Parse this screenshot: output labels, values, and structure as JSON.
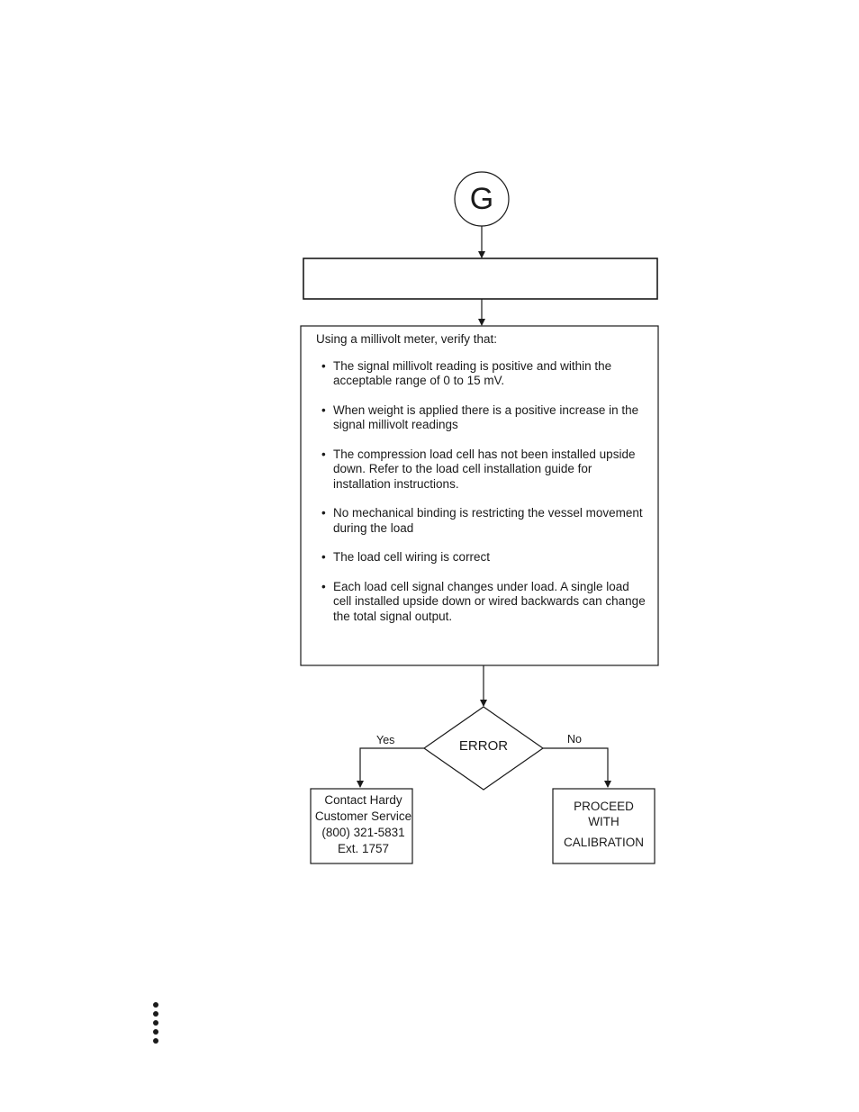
{
  "connector": {
    "label": "G"
  },
  "top_box": {
    "text": ""
  },
  "verify_box": {
    "intro": "Using a millivolt meter, verify that:",
    "bullet_glyph": "•",
    "items": [
      "The signal millivolt reading is positive and within the acceptable range of 0 to 15 mV.",
      "When weight is applied there is a positive increase in the signal millivolt readings",
      "The compression load cell has not been installed upside down. Refer to the load cell installation guide for installation instructions.",
      "No mechanical binding is restricting the vessel movement during the load",
      "The load cell wiring is correct",
      "Each load cell signal changes under load.  A single load cell installed upside down or wired backwards can change the total signal output."
    ]
  },
  "decision": {
    "label": "ERROR",
    "yes_label": "Yes",
    "no_label": "No"
  },
  "yes_box": {
    "lines": [
      "Contact Hardy",
      "Customer Service",
      "(800) 321-5831",
      "Ext. 1757"
    ]
  },
  "no_box": {
    "lines": [
      "PROCEED",
      "WITH",
      "CALIBRATION"
    ]
  },
  "margin_dots": {
    "count": 5,
    "icon": "vertical-dots-icon"
  }
}
